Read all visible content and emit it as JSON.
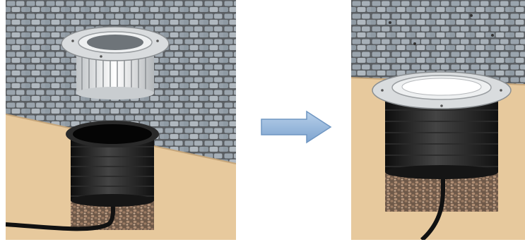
{
  "figure": {
    "panels": [
      {
        "id": "before",
        "description_visible_text": ""
      },
      {
        "id": "after",
        "description_visible_text": ""
      }
    ],
    "arrow": {
      "direction": "right",
      "color": "#8fb3d9"
    },
    "colors": {
      "paving": "#9aa4ad",
      "joint": "#5b5f63",
      "soil": "#e7c99d",
      "gravel": "#8d6f58",
      "housing": "#1c1c1c",
      "ring": "#cfd3d6"
    }
  }
}
